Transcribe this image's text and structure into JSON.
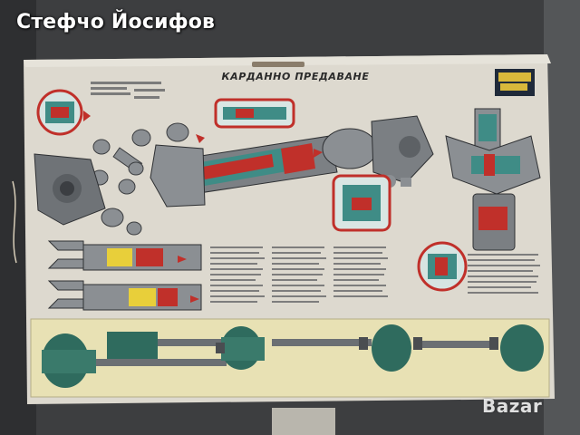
{
  "watermark": {
    "author": "Стефчо Йосифов"
  },
  "poster": {
    "title": "КАРДАННО ПРЕДАВАНЕ"
  },
  "brand_logo": {
    "text": "Bazar"
  },
  "colors": {
    "wall": "#3a3b3c",
    "poster_paper": "#ddd9cf",
    "bottom_panel": "#e8e1b4",
    "cutaway_red": "#c0302a",
    "cutaway_teal": "#3f8c86",
    "metal_gray": "#8b8f93",
    "detail_yellow": "#e8cf3a"
  },
  "icons": [
    "arrow-icon",
    "emblem-icon",
    "circle-inset-icon"
  ]
}
